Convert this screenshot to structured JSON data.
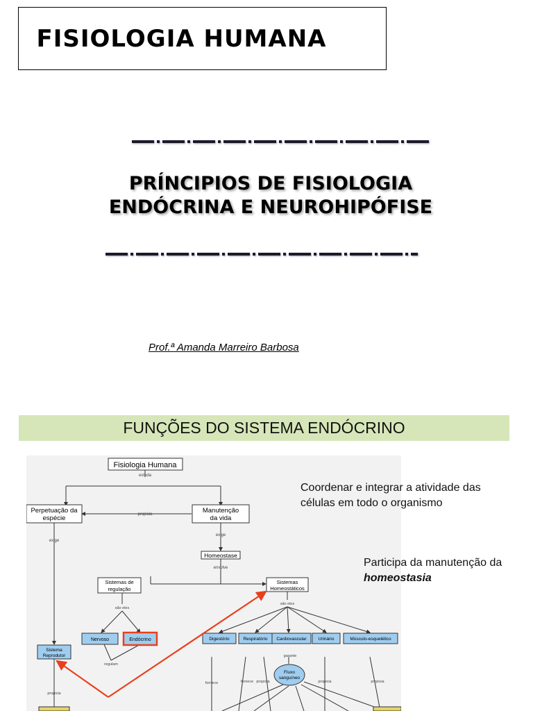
{
  "slide1": {
    "course_title": "FISIOLOGIA HUMANA",
    "lesson_title_line1": "PRÍNCIPIOS DE FISIOLOGIA",
    "lesson_title_line2": "ENDÓCRINA E NEUROHIPÓFISE",
    "author": "Prof.ª Amanda Marreiro Barbosa"
  },
  "slide2": {
    "header": "FUNÇÕES DO SISTEMA ENDÓCRINO",
    "note1": "Coordenar e integrar a atividade das células em todo o organismo",
    "note2_prefix": "Participa da manutenção da ",
    "note2_emphasis": "homeostasia",
    "colors": {
      "header_bg": "#d6e6b8",
      "node_blue": "#9fcdf0",
      "highlight": "#e8401c",
      "yellow": "#e6d36a"
    },
    "map": {
      "root": "Fisiologia Humana",
      "estuda": "estuda",
      "perpetuacao_1": "Perpetuação da",
      "perpetuacao_2": "espécie",
      "manutencao_1": "Manutenção",
      "manutencao_2": "da vida",
      "propicia": "propicia",
      "exige": "exige",
      "homeostase": "Homeostase",
      "envolve": "envolve",
      "sis_reg_1": "Sistemas de",
      "sis_reg_2": "regulação",
      "sis_hom_1": "Sistemas",
      "sis_hom_2": "Homeostáticos",
      "sao_eles": "são eles",
      "reprodutor_1": "Sistema",
      "reprodutor_2": "Reprodutor",
      "nervoso": "Nervoso",
      "endocrino": "Endócrino",
      "regulam": "regulam",
      "digestorio": "Digestório",
      "respiratorio": "Respiratório",
      "cardiovascular": "Cardiovascular",
      "urinario": "Urinário",
      "musculo": "Músculo-esquelético",
      "garante": "garante",
      "fluxo_1": "Fluxo",
      "fluxo_2": "sanguíneo",
      "fornece": "fornece"
    }
  }
}
